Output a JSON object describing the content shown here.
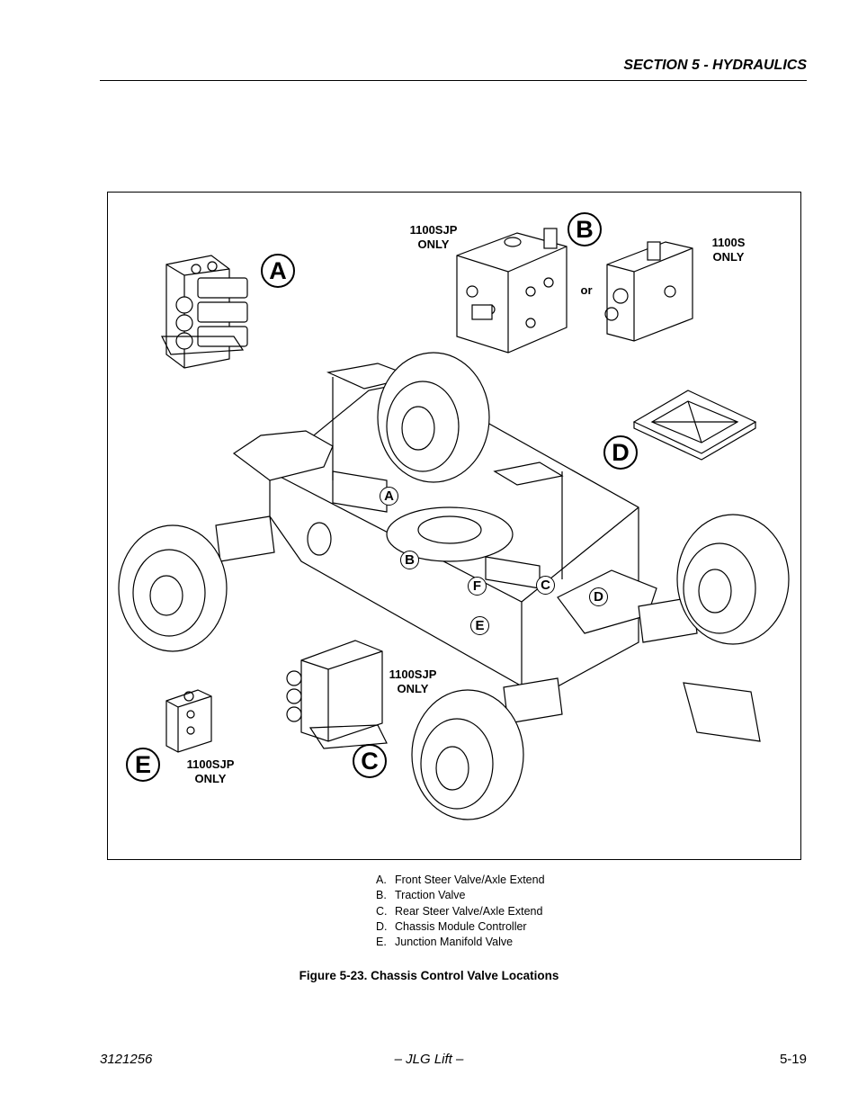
{
  "header": {
    "section_title": "SECTION 5 - HYDRAULICS"
  },
  "figure": {
    "notes": {
      "sjp_top": [
        "1100SJP",
        "ONLY"
      ],
      "s_only": [
        "1100S",
        "ONLY"
      ],
      "or": "or",
      "sjp_mid": [
        "1100SJP",
        "ONLY"
      ],
      "sjp_bottom": [
        "1100SJP",
        "ONLY"
      ]
    },
    "callouts_large": [
      "A",
      "B",
      "D",
      "E",
      "C"
    ],
    "callouts_small": [
      "A",
      "B",
      "F",
      "C",
      "D",
      "E"
    ]
  },
  "legend": [
    {
      "key": "A.",
      "text": "Front Steer Valve/Axle Extend"
    },
    {
      "key": "B.",
      "text": "Traction Valve"
    },
    {
      "key": "C.",
      "text": "Rear Steer Valve/Axle Extend"
    },
    {
      "key": "D.",
      "text": "Chassis Module Controller"
    },
    {
      "key": "E.",
      "text": "Junction Manifold Valve"
    }
  ],
  "caption": "Figure 5-23.  Chassis Control Valve Locations",
  "footer": {
    "doc_number": "3121256",
    "center": "– JLG Lift –",
    "page": "5-19"
  }
}
